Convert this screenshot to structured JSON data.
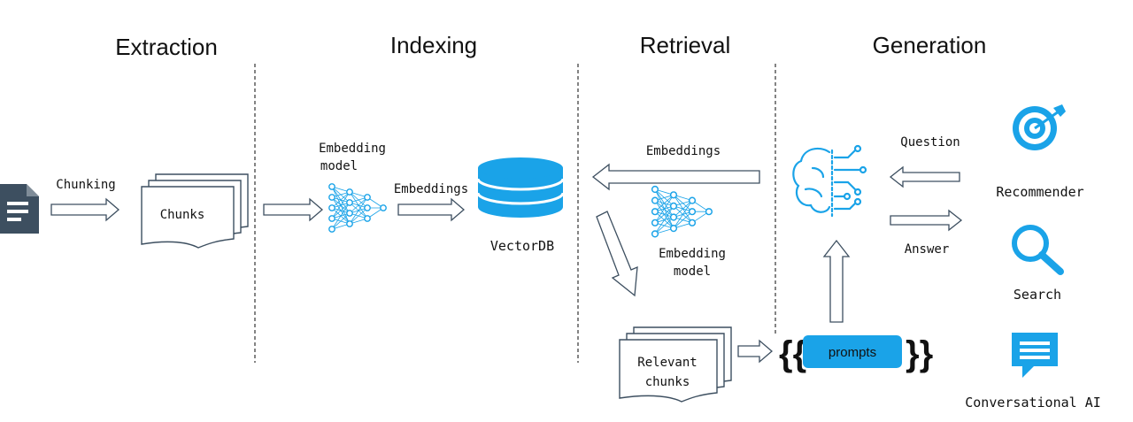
{
  "sections": [
    {
      "title": "Extraction"
    },
    {
      "title": "Indexing"
    },
    {
      "title": "Retrieval"
    },
    {
      "title": "Generation"
    }
  ],
  "labels": {
    "chunking": "Chunking",
    "chunks": "Chunks",
    "embedding_model_line1": "Embedding",
    "embedding_model_line2": "model",
    "embeddings_indexing": "Embeddings",
    "vectordb": "VectorDB",
    "embeddings_retrieval": "Embeddings",
    "embedding_model2_line1": "Embedding",
    "embedding_model2_line2": "model",
    "relevant_chunks_line1": "Relevant",
    "relevant_chunks_line2": "chunks",
    "prompts": "prompts",
    "question": "Question",
    "answer": "Answer",
    "recommender": "Recommender",
    "search": "Search",
    "conversational_ai": "Conversational AI"
  },
  "colors": {
    "accent": "#1aa3e8",
    "stroke": "#3d4f60",
    "doc_icon": "#3d4f60",
    "neural": "#1aa3e8",
    "text": "#111111"
  },
  "icons": [
    "document-icon",
    "neural-network-icon",
    "database-icon",
    "brain-icon",
    "target-icon",
    "search-icon",
    "chat-icon"
  ]
}
